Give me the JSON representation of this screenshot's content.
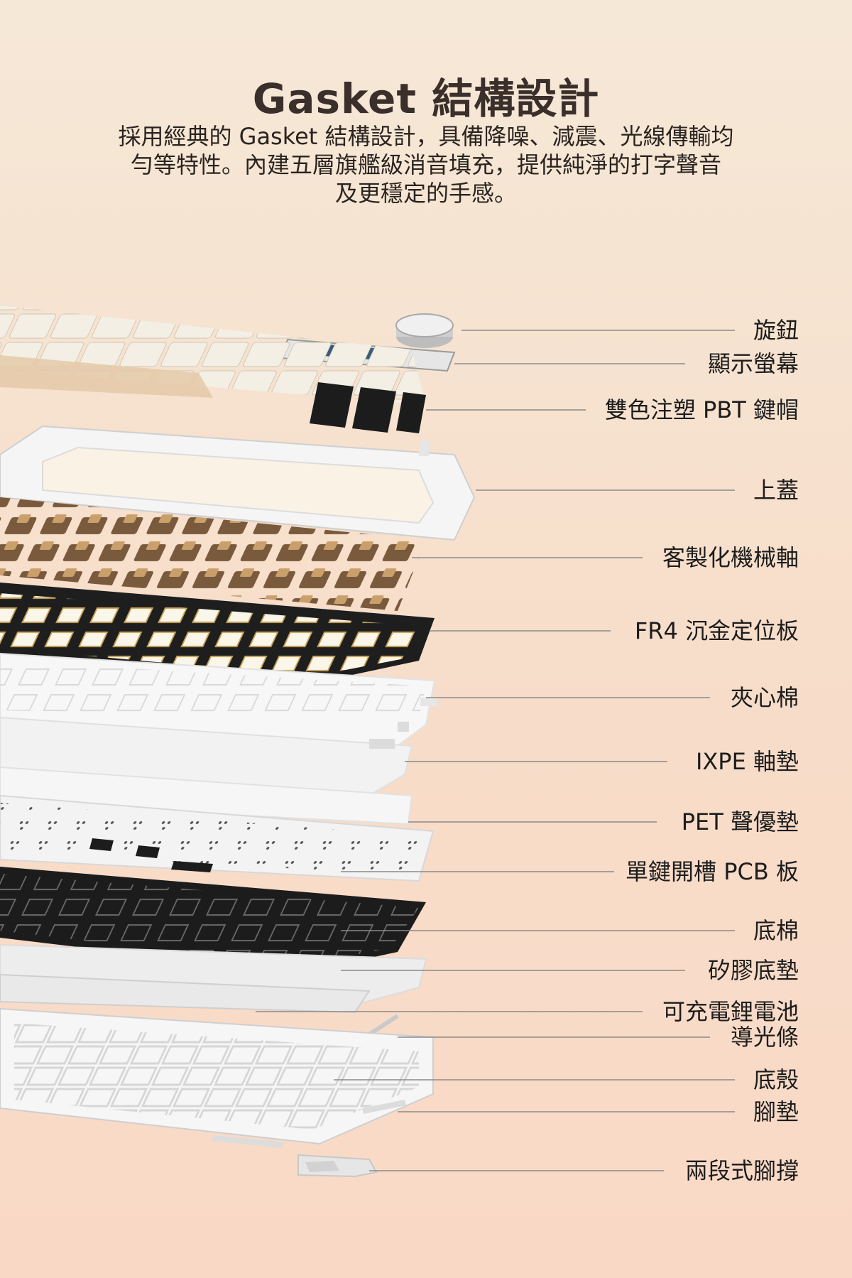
{
  "header": {
    "title": "Gasket 結構設計",
    "description_lines": [
      "採用經典的 Gasket 結構設計，具備降噪、減震、光線傳輸均",
      "勻等特性。內建五層旗艦級消音填充，提供純淨的打字聲音",
      "及更穩定的手感。"
    ]
  },
  "layers": [
    {
      "label": "旋鈕"
    },
    {
      "label": "顯示螢幕"
    },
    {
      "label": "雙色注塑 PBT 鍵帽"
    },
    {
      "label": "上蓋"
    },
    {
      "label": "客製化機械軸"
    },
    {
      "label": "FR4 沉金定位板"
    },
    {
      "label": "夾心棉"
    },
    {
      "label": "IXPE 軸墊"
    },
    {
      "label": "PET 聲優墊"
    },
    {
      "label": "單鍵開槽 PCB 板"
    },
    {
      "label": "底棉"
    },
    {
      "label": "矽膠底墊"
    },
    {
      "label": "可充電鋰電池"
    },
    {
      "label": "導光條"
    },
    {
      "label": "底殼"
    },
    {
      "label": "腳墊"
    },
    {
      "label": "兩段式腳撐"
    }
  ],
  "colors": {
    "background_top": "#f6e8d7",
    "background_bottom": "#f9d9c6",
    "leader_line": "#8a8a8a",
    "keycap_cream": "#f1ede2",
    "keycap_beige": "#e4c9a8",
    "switch_brown": "#7a5a3c",
    "plate_black": "#1e1e1e",
    "case_white": "#f4f4f4"
  }
}
